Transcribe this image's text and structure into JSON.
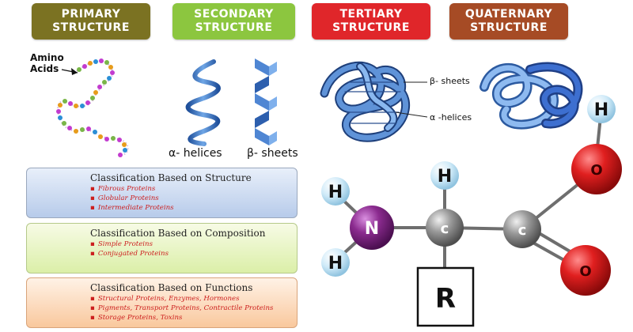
{
  "headers": {
    "primary": "PRIMARY\nSTRUCTURE",
    "secondary": "SECONDARY\nSTRUCTURE",
    "tertiary": "TERTIARY\nSTRUCTURE",
    "quaternary": "QUATERNARY\nSTRUCTURE"
  },
  "colors": {
    "primary": "#7b7222",
    "secondary": "#8cc63f",
    "tertiary": "#e0262a",
    "quaternary": "#a64b25",
    "helix": "#3a79c9",
    "nitrogen": "#8b2b8f",
    "oxygen": "#d31d1d",
    "hydrogen": "#bfe3f5",
    "carbon": "#8c8c8c"
  },
  "primary_diagram": {
    "label": "Amino\nAcids"
  },
  "secondary_diagram": {
    "alpha_label": "α- helices",
    "beta_label": "β- sheets"
  },
  "tertiary_diagram": {
    "beta_label": "β- sheets",
    "alpha_label": "α -helices"
  },
  "classifications": [
    {
      "title": "Classification Based on Structure",
      "items": [
        "Fibrous Proteins",
        "Globular Proteins",
        "Intermediate Proteins"
      ]
    },
    {
      "title": "Classification Based on Composition",
      "items": [
        "Simple Proteins",
        "Conjugated Proteins"
      ]
    },
    {
      "title": "Classification Based on Functions",
      "items": [
        "Structural Proteins, Enzymes, Hormones",
        "Pigments, Transport Proteins, Contractile Proteins",
        "Storage Proteins, Toxins"
      ]
    }
  ],
  "molecule": {
    "h_alpha": "H",
    "h_amino_top": "H",
    "h_amino_bottom": "H",
    "h_hydroxyl": "H",
    "nitrogen": "N",
    "carbon_alpha": "c",
    "carbon_carboxyl": "c",
    "oxygen_hydroxyl": "O",
    "oxygen_carbonyl": "O",
    "r_group": "R"
  }
}
